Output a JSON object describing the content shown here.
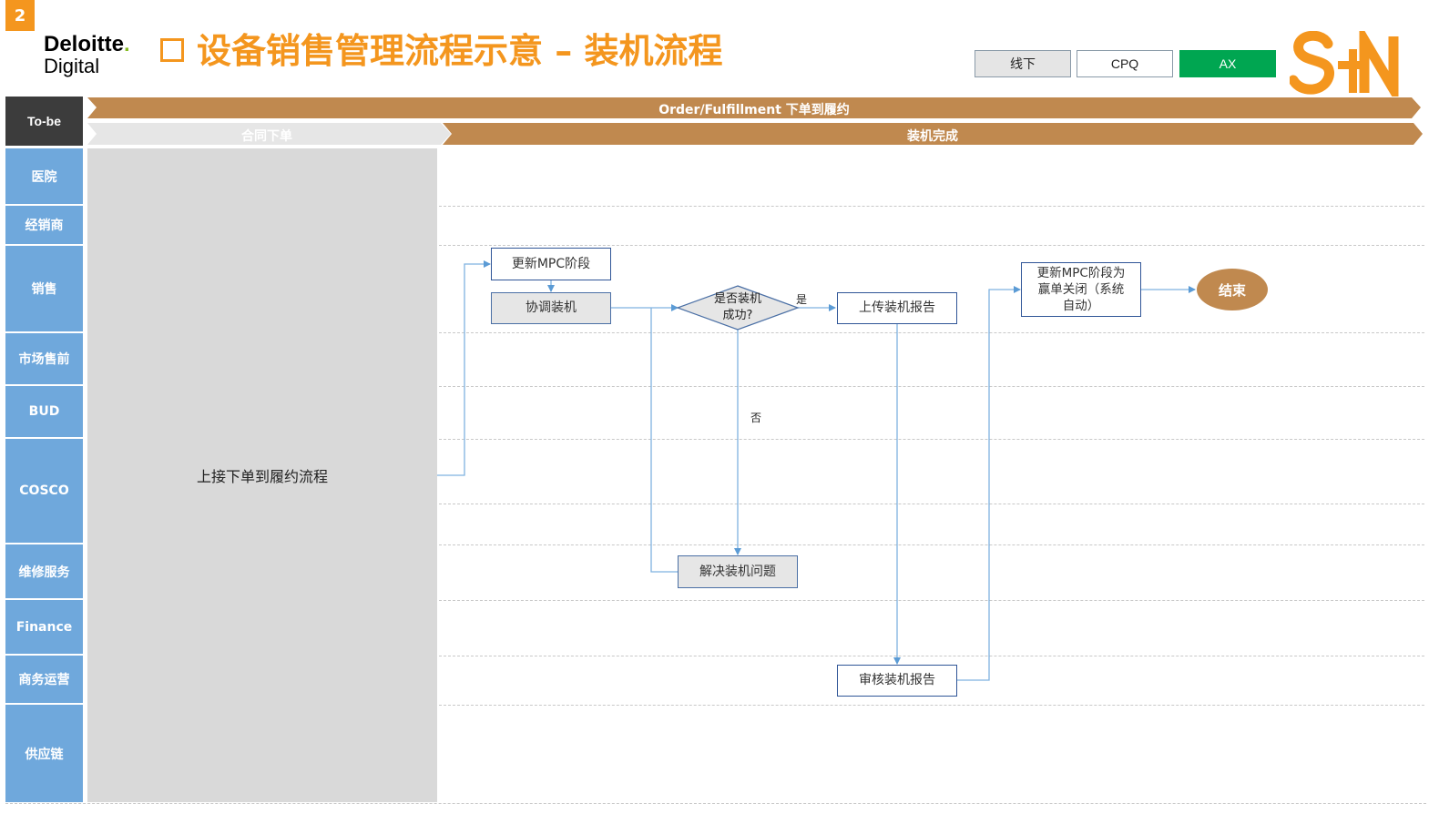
{
  "slide": {
    "page_number": "2",
    "title": "设备销售管理流程示意 – 装机流程"
  },
  "brand": {
    "deloitte_word": "Deloitte",
    "deloitte_dot": ".",
    "digital_word": "Digital",
    "sn_logo": "S+N",
    "accent_color": "#f4961e"
  },
  "legend": {
    "offline": "线下",
    "cpq": "CPQ",
    "ax": "AX",
    "ax_color": "#00a651"
  },
  "phases": {
    "tobe": "To-be",
    "top": "Order/Fulfillment 下单到履约",
    "sub_left": "合同下单",
    "sub_right": "装机完成"
  },
  "lanes": [
    "医院",
    "经销商",
    "销售",
    "市场售前",
    "BUD",
    "COSCO",
    "维修服务",
    "Finance",
    "商务运营",
    "供应链"
  ],
  "gray_area_text": "上接下单到履约流程",
  "nodes": {
    "update_mpc": "更新MPC阶段",
    "coordinate_install": "协调装机",
    "decision_line1": "是否装机",
    "decision_line2": "成功?",
    "yes_label": "是",
    "no_label": "否",
    "upload_report": "上传装机报告",
    "update_close_line1": "更新MPC阶段为",
    "update_close_line2": "赢单关闭（系统",
    "update_close_line3": "自动）",
    "end": "结束",
    "solve_issue": "解决装机问题",
    "review_report": "审核装机报告"
  }
}
